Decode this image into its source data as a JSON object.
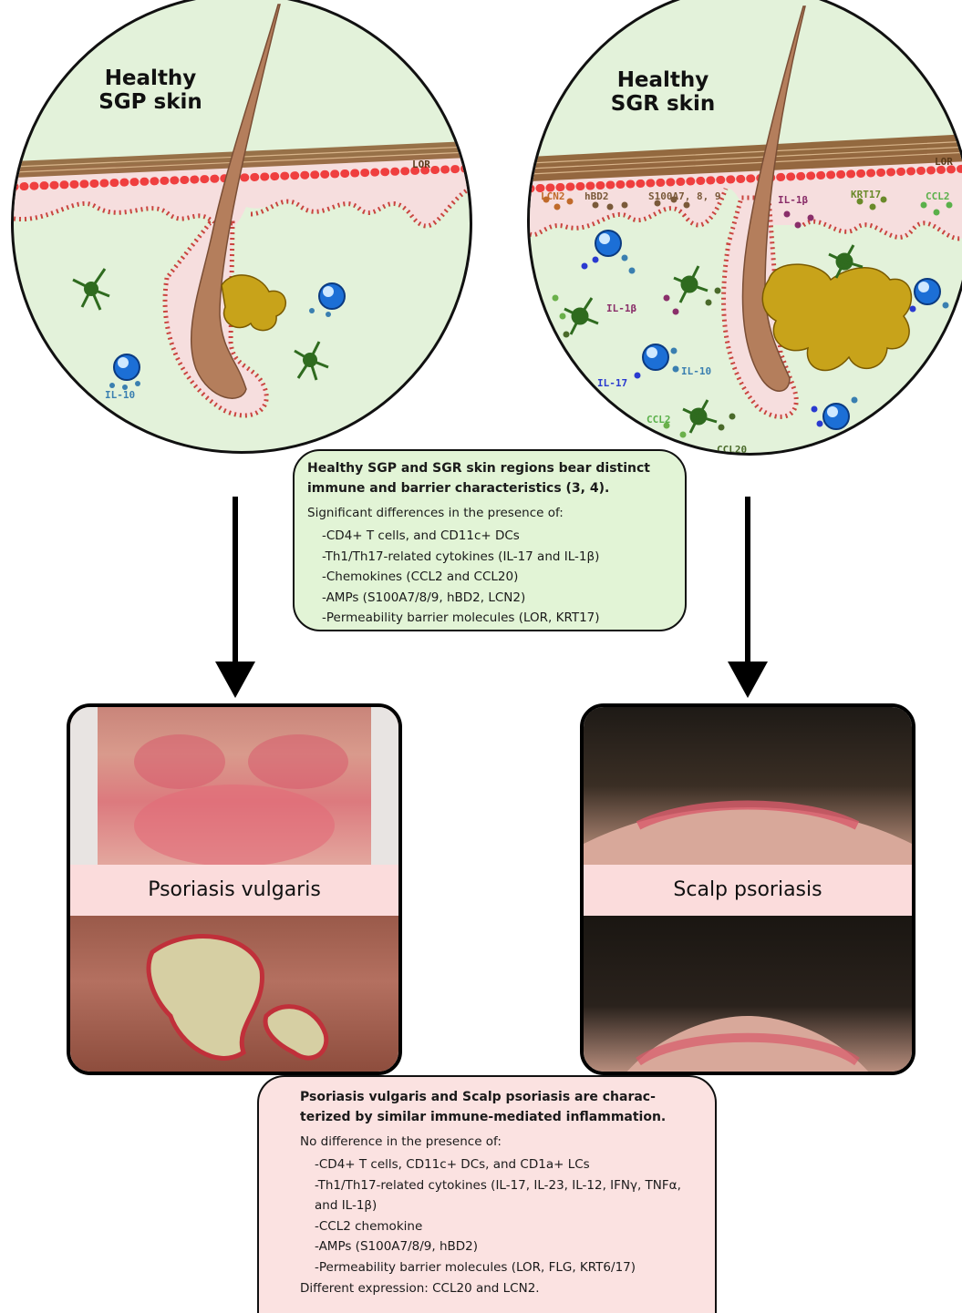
{
  "circles": {
    "left": {
      "title_line1": "Healthy",
      "title_line2": "SGP skin",
      "labels": {
        "lor": "LOR",
        "il10": "IL-10"
      }
    },
    "right": {
      "title_line1": "Healthy",
      "title_line2": "SGR skin",
      "labels": {
        "lor": "LOR",
        "lcn2": "LCN2",
        "hbd2": "hBD2",
        "s100a7": "S100A7, 8, 9",
        "il1b_top": "IL-1β",
        "krt17": "KRT17",
        "ccl2_top": "CCL2",
        "il1b_mid": "IL-1β",
        "il17": "IL-17",
        "il10": "IL-10",
        "ccl2_bottom": "CCL2",
        "ccl20": "CCL20"
      }
    }
  },
  "box_top": {
    "title": "Healthy SGP and SGR skin regions bear distinct immune and barrier characteristics (3, 4).",
    "subtitle": "Significant differences in the presence of:",
    "items": [
      "-CD4+ T cells, and CD11c+ DCs",
      "-Th1/Th17-related cytokines (IL-17 and IL-1β)",
      "-Chemokines (CCL2 and CCL20)",
      "-AMPs (S100A7/8/9, hBD2, LCN2)",
      "-Permeability barrier molecules (LOR, KRT17)"
    ]
  },
  "panels": {
    "left_label": "Psoriasis vulgaris",
    "right_label": "Scalp psoriasis"
  },
  "box_bottom": {
    "title": "Psoriasis vulgaris and Scalp psoriasis are charac-terized by similar immune-mediated inflammation.",
    "subtitle": "No difference in the presence of:",
    "items": [
      "-CD4+ T cells, CD11c+ DCs, and CD1a+ LCs",
      "-Th1/Th17-related cytokines (IL-17, IL-23, IL-12, IFNγ, TNFα, and IL-1β)",
      "-CCL2 chemokine",
      "-AMPs (S100A7/8/9, hBD2)",
      "-Permeability barrier molecules (LOR, FLG, KRT6/17)"
    ],
    "footer": "Different expression: CCL20 and LCN2."
  },
  "colors": {
    "dermis": "#e3f2da",
    "epidermis": "#f6dede",
    "basal_layer": "#ef3f3f",
    "stratum_corneum": "#8a5a2e",
    "hair": "#b47e5c",
    "gland": "#c8a31a",
    "dendritic_cell": "#2f6b1f",
    "lymphocyte": "#1c6fd6",
    "box_top_bg": "#e2f4d6",
    "box_bottom_bg": "#fbe2e1",
    "panel_label_bg": "#fbdcdc"
  }
}
